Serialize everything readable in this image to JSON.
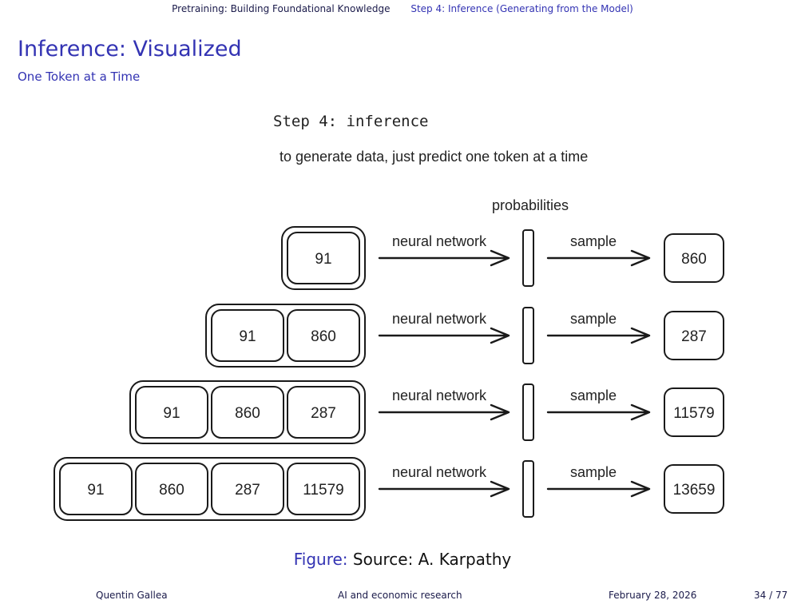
{
  "header": {
    "section": "Pretraining: Building Foundational Knowledge",
    "subsection": "Step 4: Inference (Generating from the Model)"
  },
  "slide": {
    "title": "Inference: Visualized",
    "subtitle": "One Token at a Time"
  },
  "figure": {
    "step_title": "Step 4: inference",
    "description": "to generate data, just predict one token at a time",
    "probabilities_label": "probabilities",
    "network_label": "neural network",
    "sample_label": "sample",
    "rows": [
      {
        "context": [
          "91"
        ],
        "output": "860"
      },
      {
        "context": [
          "91",
          "860"
        ],
        "output": "287"
      },
      {
        "context": [
          "91",
          "860",
          "287"
        ],
        "output": "11579"
      },
      {
        "context": [
          "91",
          "860",
          "287",
          "11579"
        ],
        "output": "13659"
      }
    ],
    "caption_label": "Figure:",
    "caption_text": "Source: A. Karpathy"
  },
  "footer": {
    "author": "Quentin Gallea",
    "talk_title": "AI and economic research",
    "date": "February 28, 2026",
    "page": "34 / 77"
  }
}
